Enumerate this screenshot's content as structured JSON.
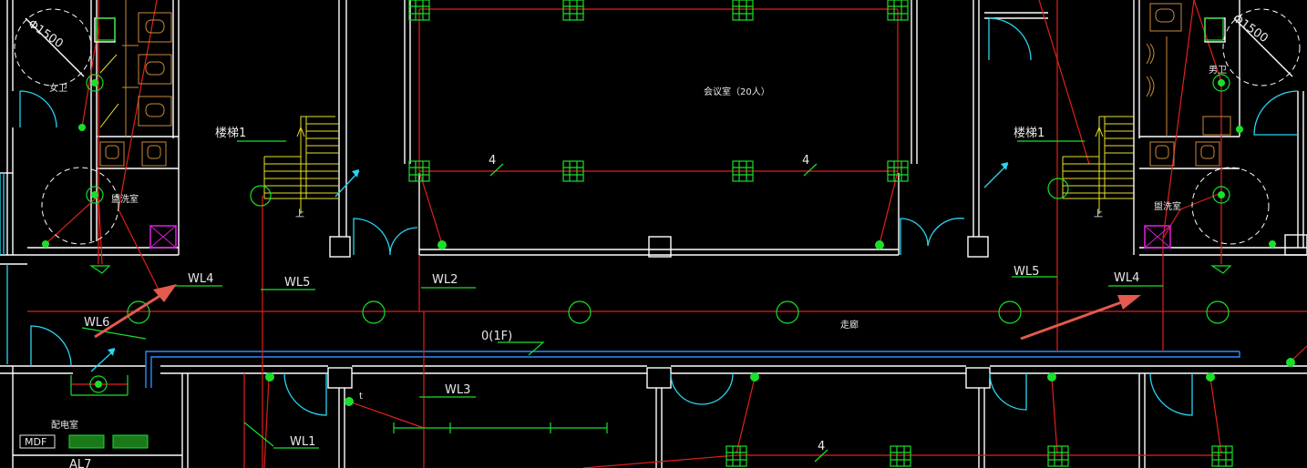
{
  "colors": {
    "background": "#000000",
    "wall": "#ffffff",
    "wire": "#e0201c",
    "fixture": "#19e02a",
    "door": "#2ad4f0",
    "bus": "#2a8cff",
    "stair": "#e8e02a",
    "arrow": "#e35a4e",
    "panel": "#d21fd2"
  },
  "rooms": {
    "left_restroom": "女卫",
    "left_washroom": "盥洗室",
    "left_stair": "楼梯1",
    "meeting_room": "会议室（20人）",
    "corridor": "走廊",
    "right_stair": "楼梯1",
    "right_restroom": "男卫",
    "right_washroom": "盥洗室",
    "power_room": "配电室"
  },
  "dimensions": {
    "left_circle": "Φ1500",
    "right_circle": "Φ1500"
  },
  "circuits": {
    "wl1": "WL1",
    "wl2": "WL2",
    "wl3": "WL3",
    "wl4_left": "WL4",
    "wl4_right": "WL4",
    "wl5_left": "WL5",
    "wl5_right": "WL5",
    "wl6": "WL6"
  },
  "annotations": {
    "bus_label": "0(1F)",
    "count_1": "4",
    "count_2": "4",
    "count_3": "4",
    "up_left": "上",
    "up_right": "上",
    "panel_label": "MDF",
    "panel_code": "AL7",
    "small_mark": "t"
  }
}
